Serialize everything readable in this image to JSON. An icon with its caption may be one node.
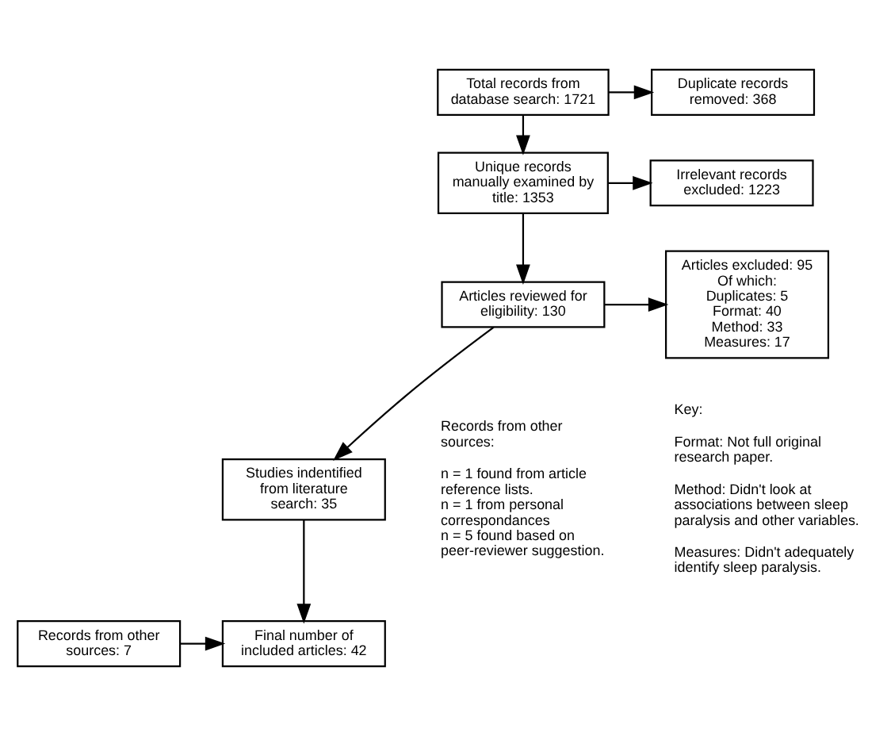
{
  "diagram": {
    "nodes": [
      {
        "text": [
          "Total records from database search: 1721"
        ]
      },
      {
        "text": [
          "Duplicate records removed: 368"
        ]
      },
      {
        "text": [
          "Unique records manually examined by title: 1353"
        ]
      },
      {
        "text": [
          "Irrelevant records excluded: 1223"
        ]
      },
      {
        "text": [
          "Articles reviewed for eligibility: 130"
        ]
      },
      {
        "text": [
          "Articles excluded: 95",
          "Of which:",
          "Duplicates: 5",
          "Format: 40",
          "Method: 33",
          "Measures: 17"
        ]
      },
      {
        "text": [
          "Studies indentified from literature search: 35"
        ]
      },
      {
        "text": [
          "Records from other sources: 7"
        ]
      },
      {
        "text": [
          "Final number of included articles: 42"
        ]
      }
    ],
    "edges": [
      {
        "from": 0,
        "to": 1,
        "arrow": "to"
      },
      {
        "from": 0,
        "to": 2,
        "arrow": "to"
      },
      {
        "from": 2,
        "to": 3,
        "arrow": "to"
      },
      {
        "from": 2,
        "to": 4,
        "arrow": "to"
      },
      {
        "from": 4,
        "to": 5,
        "arrow": "to"
      },
      {
        "from": 4,
        "to": 6,
        "arrow": "to"
      },
      {
        "from": 6,
        "to": 8,
        "arrow": "to"
      },
      {
        "from": 7,
        "to": 8,
        "arrow": "to"
      }
    ],
    "labels": [
      "Records from other sources:",
      "n = 1 found from article reference lists.",
      "n = 1 from personal correspondances",
      "n = 5 found based on peer-reviewer suggestion.",
      "Key:",
      "Format: Not full original research paper.",
      "Method: Didn't look at associations between sleep paralysis and other variables.",
      "Measures: Didn't adequately identify sleep paralysis."
    ]
  }
}
